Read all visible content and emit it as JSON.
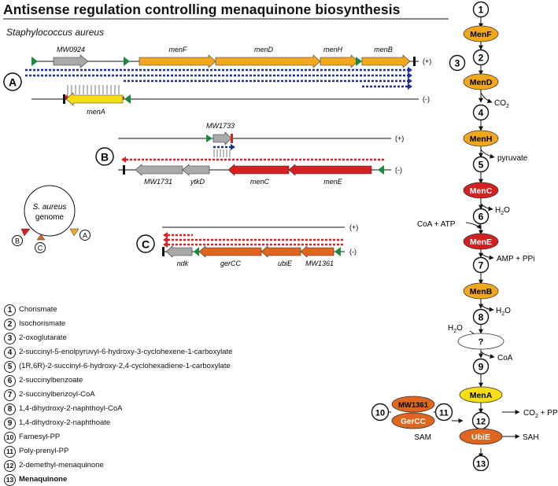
{
  "title": "Antisense regulation controlling menaquinone biosynthesis",
  "organism": "Staphylococcus aureus",
  "panels": {
    "A": {
      "label": "A",
      "plus_strand": "(+)",
      "minus_strand": "(-)",
      "genes_plus": [
        "MW0924",
        "menF",
        "menD",
        "menH",
        "menB"
      ],
      "genes_minus": [
        "menA"
      ]
    },
    "B": {
      "label": "B",
      "plus_strand": "(+)",
      "minus_strand": "(-)",
      "genes_plus": [
        "MW1733"
      ],
      "genes_minus": [
        "MW1731",
        "ytkD",
        "menC",
        "menE"
      ]
    },
    "C": {
      "label": "C",
      "plus_strand": "(+)",
      "minus_strand": "(-)",
      "genes_minus": [
        "ndk",
        "gerCC",
        "ubiE",
        "MW1361"
      ]
    }
  },
  "genome_map": {
    "line1": "S. aureus",
    "line2": "genome",
    "markers": [
      "A",
      "B",
      "C"
    ]
  },
  "compounds": [
    {
      "num": "1",
      "name": "Chorismate"
    },
    {
      "num": "2",
      "name": "Isochorismate"
    },
    {
      "num": "3",
      "name": "2-oxoglutarate"
    },
    {
      "num": "4",
      "name": "2-succinyl-5-enolpyruvyl-6-hydroxy-3-cyclohexene-1-carboxylate"
    },
    {
      "num": "5",
      "name": "(1R,6R)-2-succinyl-6-hydroxy-2,4-cyclohexadiene-1-carboxylate"
    },
    {
      "num": "6",
      "name": "2-succinylbenzoate"
    },
    {
      "num": "7",
      "name": "2-succinylbenzoyl-CoA"
    },
    {
      "num": "8",
      "name": "1,4-dihydroxy-2-naphthoyl-CoA"
    },
    {
      "num": "9",
      "name": "1,4-dihydroxy-2-naphthoate"
    },
    {
      "num": "10",
      "name": "Farnesyl-PP"
    },
    {
      "num": "11",
      "name": "Poly-prenyl-PP"
    },
    {
      "num": "12",
      "name": "2-demethyl-menaquinone"
    },
    {
      "num": "13",
      "name": "Menaquinone"
    }
  ],
  "pathway": {
    "enzymes": {
      "menF": "MenF",
      "menD": "MenD",
      "menH": "MenH",
      "menC": "MenC",
      "menE": "MenE",
      "menB": "MenB",
      "unknown": "?",
      "menA": "MenA",
      "ubiE": "UbiE",
      "mw1361": "MW1361",
      "gercc": "GerCC"
    },
    "side": {
      "co2_a": "CO",
      "co2_a_sub": "2",
      "pyruvate": "pyruvate",
      "h2o_c": "H",
      "h2o_c_sub": "2",
      "h2o_c_tail": "O",
      "coa_atp": "CoA + ATP",
      "amp_ppi": "AMP + PPi",
      "h2o_b": "H",
      "h2o_b_sub": "2",
      "h2o_b_tail": "O",
      "h2o_in": "H",
      "h2o_in_sub": "2",
      "h2o_in_tail": "O",
      "coa": "CoA",
      "co2_ppi": "CO",
      "co2_ppi_sub": "2",
      "co2_ppi_tail": " + PPi",
      "sam": "SAM",
      "sah": "SAH"
    }
  },
  "colors": {
    "orange_gene": "#f2a81d",
    "grey_gene": "#a9a9a9",
    "yellow_gene": "#f6dd14",
    "red_gene": "#d42020",
    "darkorange_gene": "#e0661e",
    "antisense_red": "#e02020",
    "transcript_blue": "#1f2f8f",
    "terminator_green": "#1a8a3a"
  }
}
